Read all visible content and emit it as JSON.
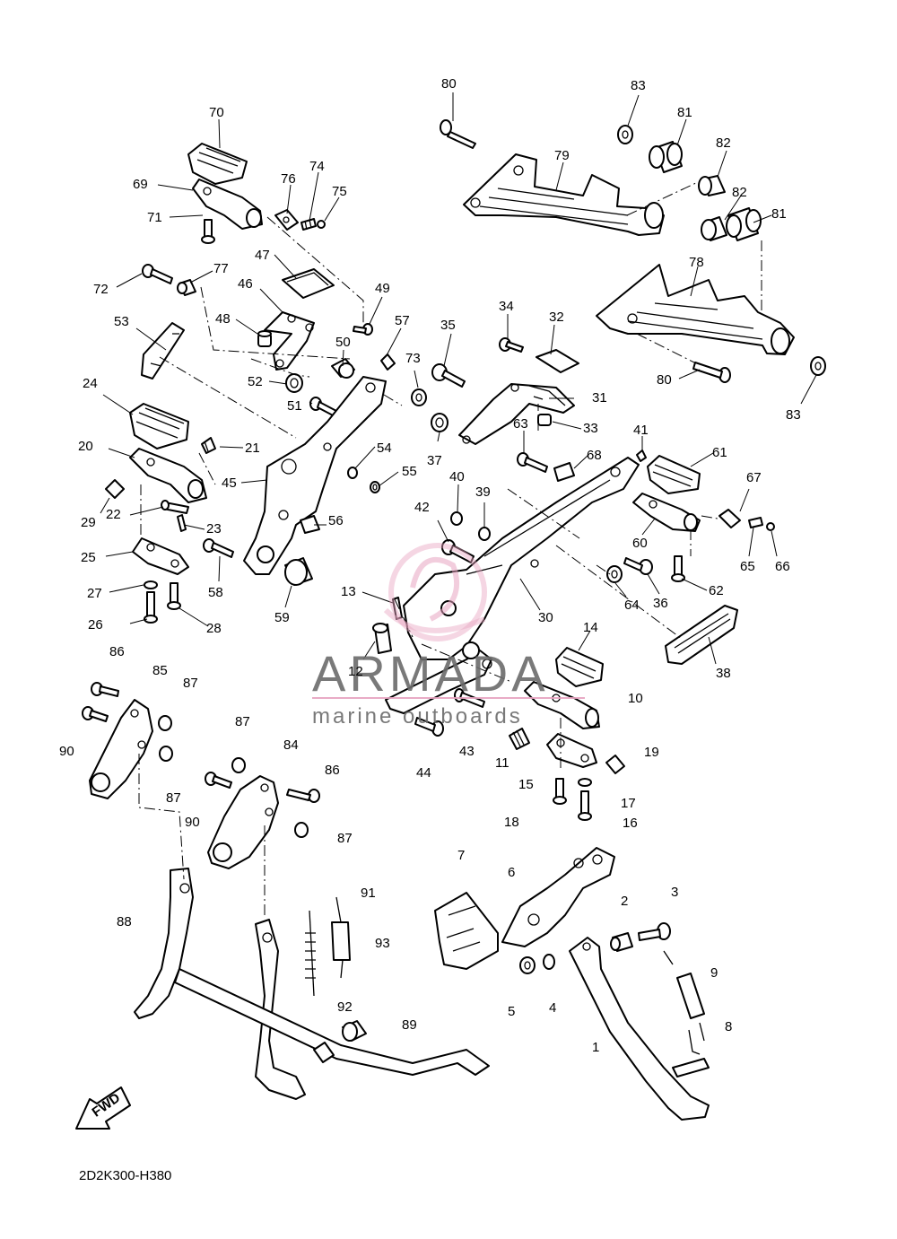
{
  "diagram": {
    "code": "2D2K300-H380",
    "fwd_label": "FWD",
    "watermark": {
      "brand": "ARMADA",
      "tagline": "marine outboards",
      "brand_color": "#6b6b6b",
      "logo_color": "#e7a3c0"
    },
    "callouts": [
      {
        "id": "c80a",
        "text": "80"
      },
      {
        "id": "c83a",
        "text": "83"
      },
      {
        "id": "c81a",
        "text": "81"
      },
      {
        "id": "c82a",
        "text": "82"
      },
      {
        "id": "c79",
        "text": "79"
      },
      {
        "id": "c82b",
        "text": "82"
      },
      {
        "id": "c81b",
        "text": "81"
      },
      {
        "id": "c78",
        "text": "78"
      },
      {
        "id": "c80b",
        "text": "80"
      },
      {
        "id": "c83b",
        "text": "83"
      },
      {
        "id": "c70",
        "text": "70"
      },
      {
        "id": "c69",
        "text": "69"
      },
      {
        "id": "c76",
        "text": "76"
      },
      {
        "id": "c74",
        "text": "74"
      },
      {
        "id": "c75",
        "text": "75"
      },
      {
        "id": "c71",
        "text": "71"
      },
      {
        "id": "c47",
        "text": "47"
      },
      {
        "id": "c77",
        "text": "77"
      },
      {
        "id": "c72",
        "text": "72"
      },
      {
        "id": "c49",
        "text": "49"
      },
      {
        "id": "c46",
        "text": "46"
      },
      {
        "id": "c48",
        "text": "48"
      },
      {
        "id": "c50",
        "text": "50"
      },
      {
        "id": "c57",
        "text": "57"
      },
      {
        "id": "c53",
        "text": "53"
      },
      {
        "id": "c73",
        "text": "73"
      },
      {
        "id": "c35",
        "text": "35"
      },
      {
        "id": "c34",
        "text": "34"
      },
      {
        "id": "c32",
        "text": "32"
      },
      {
        "id": "c52",
        "text": "52"
      },
      {
        "id": "c51",
        "text": "51"
      },
      {
        "id": "c31",
        "text": "31"
      },
      {
        "id": "c24",
        "text": "24"
      },
      {
        "id": "c21",
        "text": "21"
      },
      {
        "id": "c20",
        "text": "20"
      },
      {
        "id": "c54",
        "text": "54"
      },
      {
        "id": "c63",
        "text": "63"
      },
      {
        "id": "c33",
        "text": "33"
      },
      {
        "id": "c37",
        "text": "37"
      },
      {
        "id": "c41",
        "text": "41"
      },
      {
        "id": "c68",
        "text": "68"
      },
      {
        "id": "c61",
        "text": "61"
      },
      {
        "id": "c55",
        "text": "55"
      },
      {
        "id": "c45",
        "text": "45"
      },
      {
        "id": "c29",
        "text": "29"
      },
      {
        "id": "c22",
        "text": "22"
      },
      {
        "id": "c40",
        "text": "40"
      },
      {
        "id": "c39",
        "text": "39"
      },
      {
        "id": "c67",
        "text": "67"
      },
      {
        "id": "c23",
        "text": "23"
      },
      {
        "id": "c56",
        "text": "56"
      },
      {
        "id": "c42",
        "text": "42"
      },
      {
        "id": "c60",
        "text": "60"
      },
      {
        "id": "c25",
        "text": "25"
      },
      {
        "id": "c58",
        "text": "58"
      },
      {
        "id": "c65",
        "text": "65"
      },
      {
        "id": "c66",
        "text": "66"
      },
      {
        "id": "c62",
        "text": "62"
      },
      {
        "id": "c27",
        "text": "27"
      },
      {
        "id": "c59",
        "text": "59"
      },
      {
        "id": "c64",
        "text": "64"
      },
      {
        "id": "c36",
        "text": "36"
      },
      {
        "id": "c13",
        "text": "13"
      },
      {
        "id": "c30",
        "text": "30"
      },
      {
        "id": "c26",
        "text": "26"
      },
      {
        "id": "c28",
        "text": "28"
      },
      {
        "id": "c12",
        "text": "12"
      },
      {
        "id": "c14",
        "text": "14"
      },
      {
        "id": "c38",
        "text": "38"
      },
      {
        "id": "c86a",
        "text": "86"
      },
      {
        "id": "c85",
        "text": "85"
      },
      {
        "id": "c87a",
        "text": "87"
      },
      {
        "id": "c10",
        "text": "10"
      },
      {
        "id": "c90a",
        "text": "90"
      },
      {
        "id": "c87b",
        "text": "87"
      },
      {
        "id": "c43",
        "text": "43"
      },
      {
        "id": "c44",
        "text": "44"
      },
      {
        "id": "c11",
        "text": "11"
      },
      {
        "id": "c19",
        "text": "19"
      },
      {
        "id": "c84",
        "text": "84"
      },
      {
        "id": "c87c",
        "text": "87"
      },
      {
        "id": "c86b",
        "text": "86"
      },
      {
        "id": "c15",
        "text": "15"
      },
      {
        "id": "c17",
        "text": "17"
      },
      {
        "id": "c90b",
        "text": "90"
      },
      {
        "id": "c18",
        "text": "18"
      },
      {
        "id": "c16",
        "text": "16"
      },
      {
        "id": "c87d",
        "text": "87"
      },
      {
        "id": "c7",
        "text": "7"
      },
      {
        "id": "c6",
        "text": "6"
      },
      {
        "id": "c3",
        "text": "3"
      },
      {
        "id": "c2",
        "text": "2"
      },
      {
        "id": "c88",
        "text": "88"
      },
      {
        "id": "c91",
        "text": "91"
      },
      {
        "id": "c93",
        "text": "93"
      },
      {
        "id": "c9",
        "text": "9"
      },
      {
        "id": "c5",
        "text": "5"
      },
      {
        "id": "c4",
        "text": "4"
      },
      {
        "id": "c92",
        "text": "92"
      },
      {
        "id": "c8",
        "text": "8"
      },
      {
        "id": "c89",
        "text": "89"
      },
      {
        "id": "c1",
        "text": "1"
      }
    ]
  }
}
